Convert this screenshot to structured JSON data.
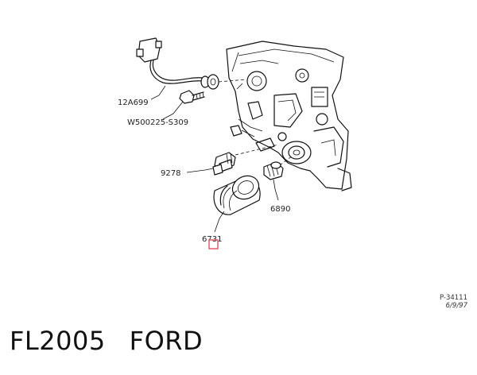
{
  "labels": {
    "sensor": "12A699",
    "bolt": "W500225-S309",
    "switch": "9278",
    "adapter": "6890",
    "filter": "6731"
  },
  "reference": {
    "code": "P-34111",
    "date": "6/9/97"
  },
  "caption": {
    "part_number": "FL2005",
    "brand": "FORD"
  },
  "colors": {
    "highlight": "#e05060",
    "ink": "#111111"
  }
}
